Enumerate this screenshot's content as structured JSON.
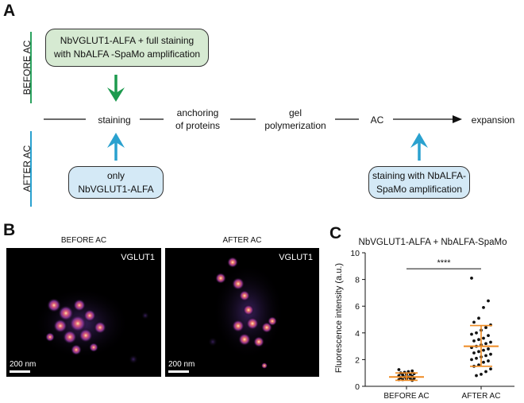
{
  "panel_a": {
    "letter": "A",
    "before_label": "BEFORE AC",
    "after_label": "AFTER AC",
    "before_box": [
      "NbVGLUT1-ALFA + full staining",
      "with NbALFA -SpaMo amplification"
    ],
    "after_box_left": [
      "only",
      "NbVGLUT1-ALFA"
    ],
    "after_box_right": [
      "staining with NbALFA-",
      "SpaMo amplification"
    ],
    "steps": {
      "staining": "staining",
      "anchoring": [
        "anchoring",
        "of proteins"
      ],
      "gel": [
        "gel",
        "polymerization"
      ],
      "ac": "AC",
      "expansion": "expansion"
    },
    "colors": {
      "green_arrow": "#1d9a4e",
      "blue_arrow": "#2aa1cf",
      "green_line": "#2ca25f",
      "blue_line": "#2aa1cf"
    }
  },
  "panel_b": {
    "letter": "B",
    "left_title": "BEFORE AC",
    "right_title": "AFTER AC",
    "left_tag": "VGLUT1",
    "right_tag": "VGLUT1",
    "scale_left": "200 nm",
    "scale_right": "200 nm"
  },
  "panel_c": {
    "letter": "C",
    "chart_data": {
      "type": "scatter",
      "title": "NbVGLUT1-ALFA + NbALFA-SpaMo",
      "ylabel": "Fluorescence intensity (a.u.)",
      "xlabel": "",
      "categories": [
        "BEFORE AC",
        "AFTER AC"
      ],
      "ylim": [
        0,
        10
      ],
      "yticks": [
        0,
        2,
        4,
        6,
        8,
        10
      ],
      "significance": "****",
      "summary": [
        {
          "category": "BEFORE AC",
          "mean": 0.7,
          "sd_low": 0.45,
          "sd_high": 1.0
        },
        {
          "category": "AFTER AC",
          "mean": 3.0,
          "sd_low": 1.5,
          "sd_high": 4.55
        }
      ],
      "series": [
        {
          "category": "BEFORE AC",
          "values": [
            1.25,
            1.15,
            1.1,
            1.05,
            1.0,
            0.95,
            0.9,
            0.9,
            0.85,
            0.8,
            0.75,
            0.7,
            0.7,
            0.65,
            0.6,
            0.6,
            0.55,
            0.5,
            0.5,
            0.45
          ]
        },
        {
          "category": "AFTER AC",
          "values": [
            8.1,
            6.4,
            5.9,
            5.1,
            4.8,
            4.6,
            4.4,
            4.2,
            4.0,
            3.9,
            3.8,
            3.6,
            3.5,
            3.4,
            3.3,
            3.2,
            3.1,
            3.0,
            2.9,
            2.8,
            2.7,
            2.6,
            2.5,
            2.4,
            2.3,
            2.2,
            2.1,
            2.0,
            1.9,
            1.8,
            1.6,
            1.5,
            1.3,
            1.1,
            0.9,
            0.8
          ]
        }
      ],
      "colors": {
        "summary": "#ee8a22",
        "points": "#111111"
      }
    }
  }
}
